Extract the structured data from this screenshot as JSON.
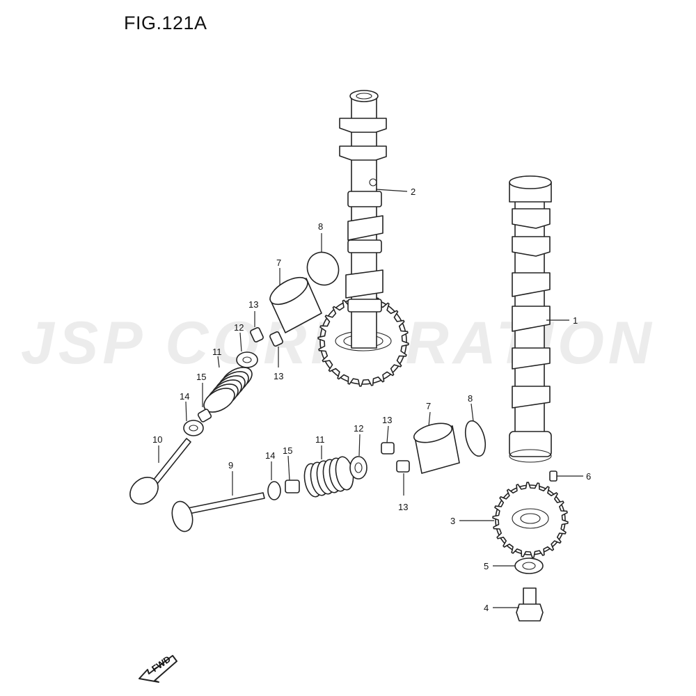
{
  "figure": {
    "title": "FIG.121A",
    "watermark": "JSP CORPORATION",
    "fwd_label": "FWD"
  },
  "callouts": [
    {
      "id": "c-2",
      "label": "2"
    },
    {
      "id": "c-1",
      "label": "1"
    },
    {
      "id": "c-8a",
      "label": "8"
    },
    {
      "id": "c-7a",
      "label": "7"
    },
    {
      "id": "c-13a",
      "label": "13"
    },
    {
      "id": "c-12a",
      "label": "12"
    },
    {
      "id": "c-11a",
      "label": "11"
    },
    {
      "id": "c-13b",
      "label": "13"
    },
    {
      "id": "c-15a",
      "label": "15"
    },
    {
      "id": "c-14a",
      "label": "14"
    },
    {
      "id": "c-10",
      "label": "10"
    },
    {
      "id": "c-9",
      "label": "9"
    },
    {
      "id": "c-14b",
      "label": "14"
    },
    {
      "id": "c-15b",
      "label": "15"
    },
    {
      "id": "c-11b",
      "label": "11"
    },
    {
      "id": "c-12b",
      "label": "12"
    },
    {
      "id": "c-13c",
      "label": "13"
    },
    {
      "id": "c-13d",
      "label": "13"
    },
    {
      "id": "c-7b",
      "label": "7"
    },
    {
      "id": "c-8b",
      "label": "8"
    },
    {
      "id": "c-6",
      "label": "6"
    },
    {
      "id": "c-3",
      "label": "3"
    },
    {
      "id": "c-5",
      "label": "5"
    },
    {
      "id": "c-4",
      "label": "4"
    }
  ]
}
